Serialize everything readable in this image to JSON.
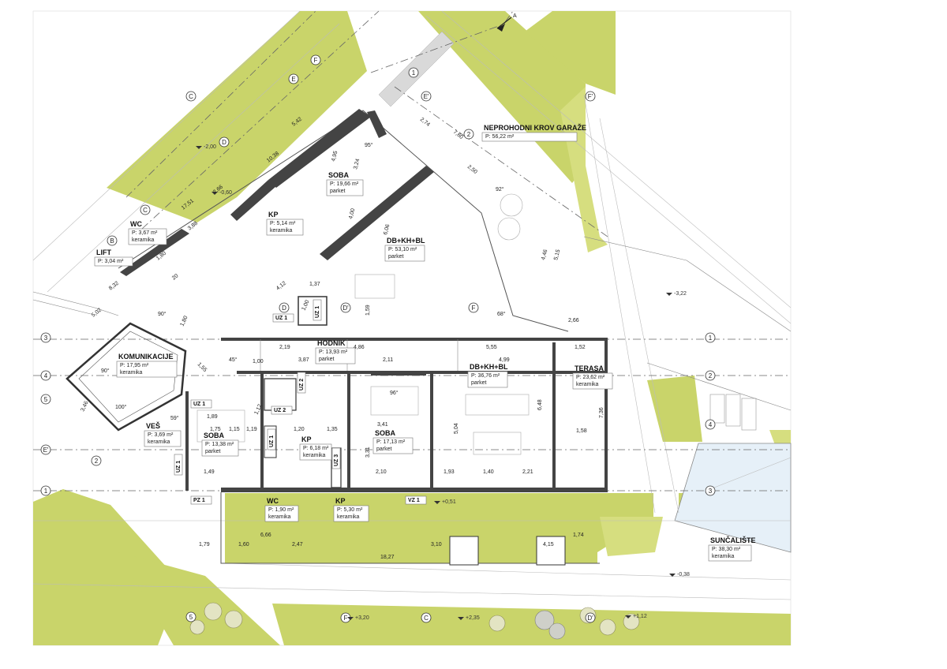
{
  "section_marker": "A",
  "rooms": [
    {
      "id": "wc1",
      "name": "WC",
      "area": "P: 3,67 m²",
      "material": "keramika"
    },
    {
      "id": "lift",
      "name": "LIFT",
      "area": "P: 3,04 m²",
      "material": ""
    },
    {
      "id": "kp1",
      "name": "KP",
      "area": "P: 5,14 m²",
      "material": "keramika"
    },
    {
      "id": "soba1",
      "name": "SOBA",
      "area": "P: 19,66 m²",
      "material": "parket"
    },
    {
      "id": "garaza",
      "name": "NEPROHODNI KROV GARAŽE",
      "area": "P: 56,22 m²",
      "material": ""
    },
    {
      "id": "dbkhbl1",
      "name": "DB+KH+BL",
      "area": "P: 53,10 m²",
      "material": "parket"
    },
    {
      "id": "hodnik",
      "name": "HODNIK",
      "area": "P: 13,93 m²",
      "material": "parket"
    },
    {
      "id": "komunikacije",
      "name": "KOMUNIKACIJE",
      "area": "P: 17,95 m²",
      "material": "keramika"
    },
    {
      "id": "dbkhbl2",
      "name": "DB+KH+BL",
      "area": "P: 36,76 m²",
      "material": "parket"
    },
    {
      "id": "terasa",
      "name": "TERASA",
      "area": "P: 23,62 m²",
      "material": "keramika"
    },
    {
      "id": "ves",
      "name": "VEŠ",
      "area": "P: 3,69 m²",
      "material": "keramika"
    },
    {
      "id": "soba2",
      "name": "SOBA",
      "area": "P: 13,38 m²",
      "material": "parket"
    },
    {
      "id": "kp2",
      "name": "KP",
      "area": "P: 6,18 m²",
      "material": "keramika"
    },
    {
      "id": "soba3",
      "name": "SOBA",
      "area": "P: 17,13 m²",
      "material": "parket"
    },
    {
      "id": "wc2",
      "name": "WC",
      "area": "P: 1,90 m²",
      "material": "keramika"
    },
    {
      "id": "kp3",
      "name": "KP",
      "area": "P: 5,30 m²",
      "material": "keramika"
    },
    {
      "id": "suncaliste",
      "name": "SUNČALIŠTE",
      "area": "P: 38,30 m²",
      "material": "keramika"
    }
  ],
  "tags": [
    "UZ 1",
    "UZ 1",
    "UZ 2",
    "UZ 2",
    "UZ 1",
    "UZ 1",
    "UZ 3",
    "PZ 1",
    "VZ 1",
    "UZ 1"
  ],
  "grid_labels": [
    "C",
    "F",
    "E",
    "D",
    "C",
    "B",
    "1",
    "2",
    "3",
    "4",
    "5",
    "1",
    "2",
    "E'",
    "F'",
    "D'",
    "D",
    "1",
    "2",
    "3",
    "4",
    "5",
    "F",
    "C",
    "D'",
    "E'",
    "F"
  ],
  "levels": [
    "-2,00",
    "-0,60",
    "-3,22",
    "+0,51",
    "-0,38",
    "+3,20",
    "+2,35",
    "+1,12"
  ],
  "dimensions": [
    "5,42",
    "10,38",
    "17,51",
    "2,66",
    "3,88",
    "1,80",
    "20",
    "8,32",
    "5,02",
    "1,37",
    "4,12",
    "2,19",
    "1,00",
    "3,87",
    "2,11",
    "4,86",
    "5,55",
    "4,99",
    "1,52",
    "3,41",
    "6,48",
    "7,36",
    "5,04",
    "1,58",
    "1,49",
    "2,10",
    "1,93",
    "1,40",
    "2,21",
    "1,79",
    "6,66",
    "1,60",
    "2,47",
    "18,27",
    "3,10",
    "4,15",
    "1,74",
    "2,74",
    "7,60",
    "2,50",
    "4,95",
    "3,24",
    "4,00",
    "6,06",
    "4,46",
    "5,15",
    "1,59",
    "1,89",
    "1,75",
    "1,15",
    "1,19",
    "1,20",
    "1,35",
    "3,31",
    "2,66",
    "1,55",
    "3,46",
    "1,80",
    "1,00",
    "1,12"
  ],
  "angles": [
    "95°",
    "92°",
    "68°",
    "90°",
    "45°",
    "90°",
    "100°",
    "59°",
    "96°"
  ]
}
